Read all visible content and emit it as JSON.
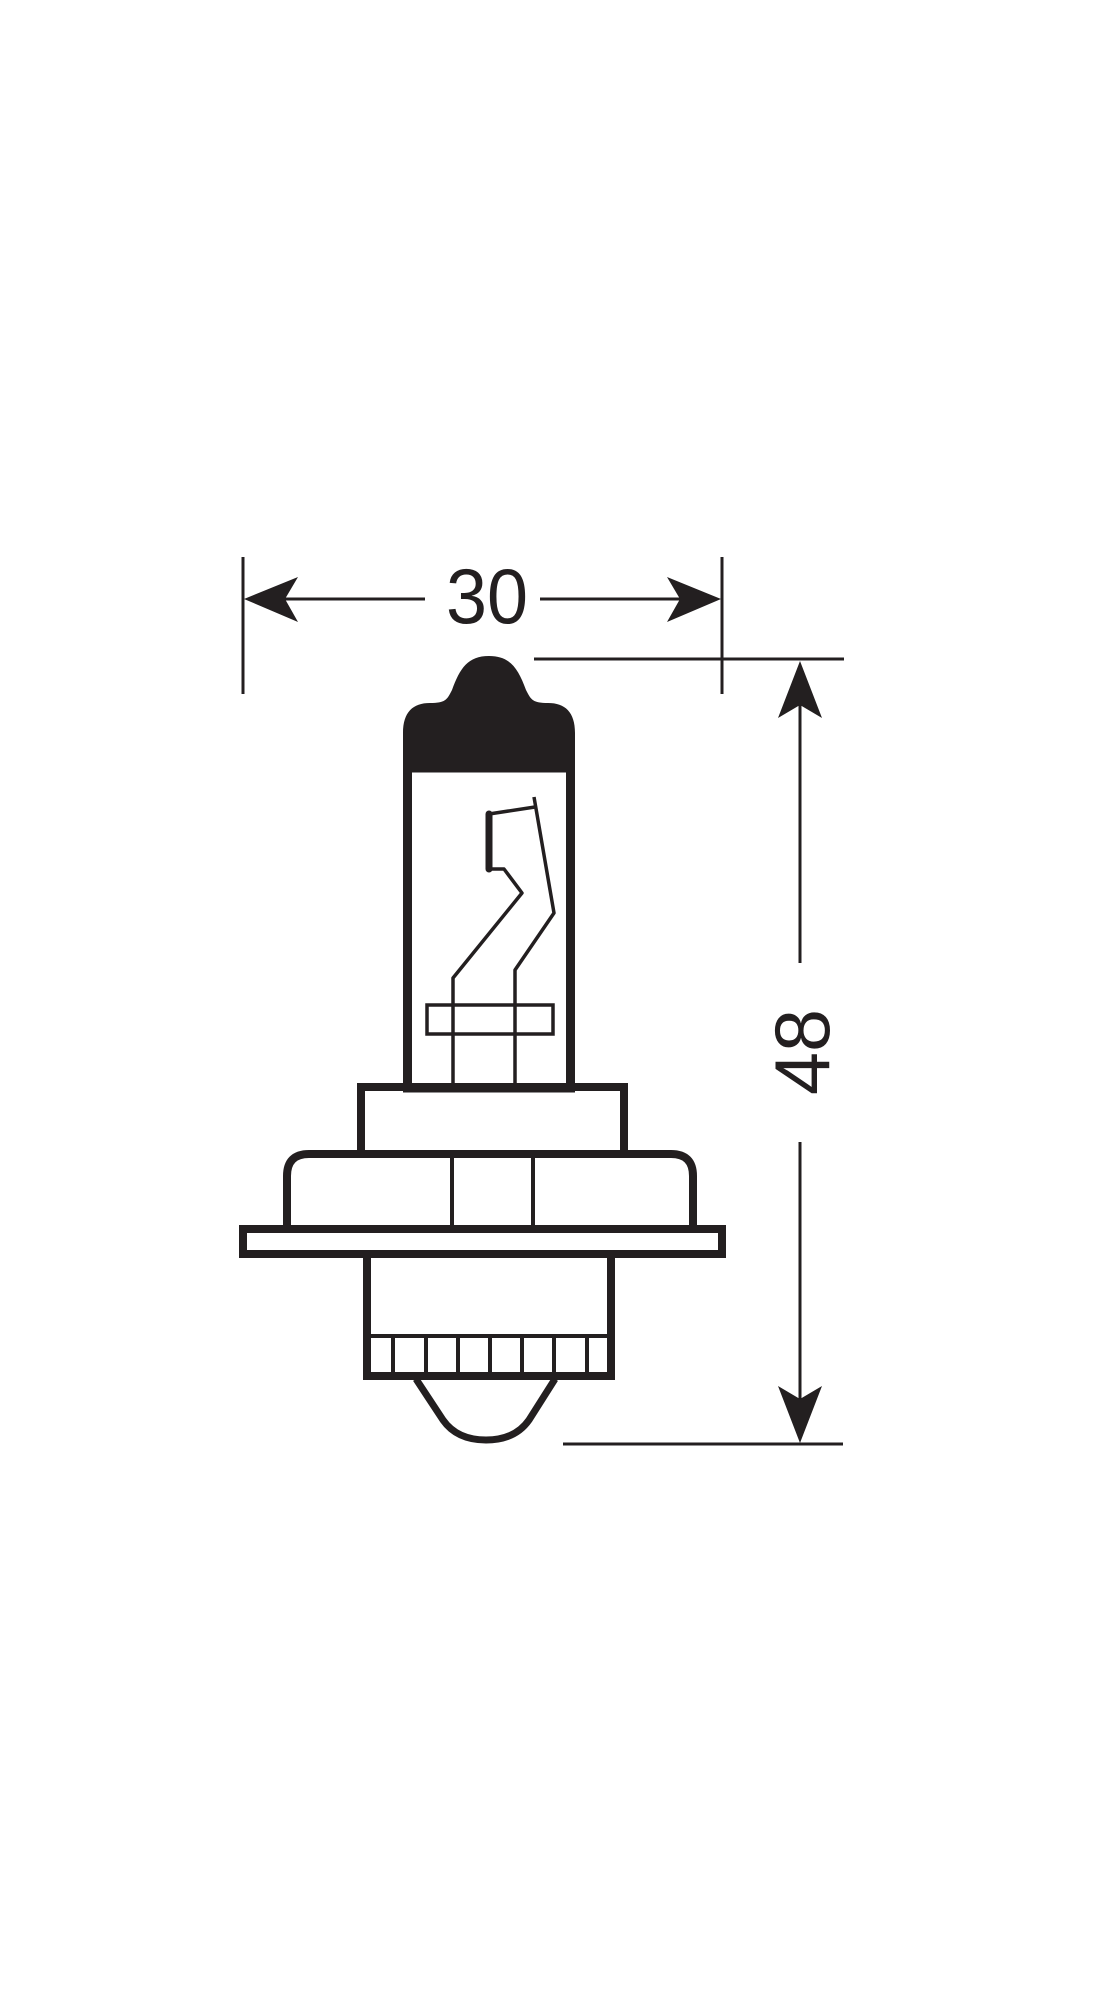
{
  "diagram": {
    "subject": "Halogen bulb dimensional drawing",
    "ink_color": "#231f20",
    "background": "#ffffff",
    "dimensions": {
      "width": {
        "label": "30",
        "orientation": "horizontal"
      },
      "height": {
        "label": "48",
        "orientation": "vertical (rotated text)"
      }
    },
    "parts": [
      "bulb-cap",
      "glass-envelope",
      "filament",
      "filament-support-bar",
      "upper-collar",
      "flange",
      "mounting-plate",
      "socket",
      "serrated-band",
      "contact-nub"
    ]
  }
}
